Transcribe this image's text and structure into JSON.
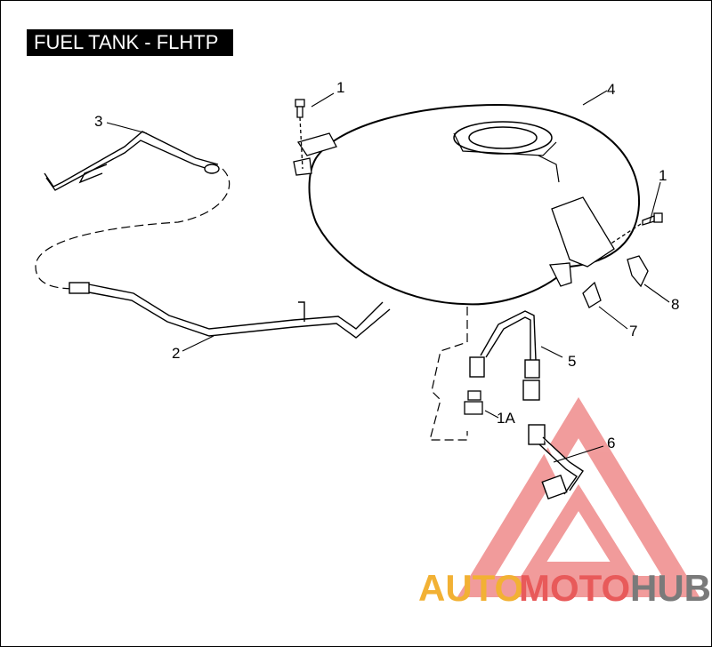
{
  "title": "FUEL TANK - FLHTP",
  "callouts": {
    "c1a": "1",
    "c1b": "1",
    "c1A": "1A",
    "c2": "2",
    "c3": "3",
    "c4": "4",
    "c5": "5",
    "c6": "6",
    "c7": "7",
    "c8": "8"
  },
  "watermark": {
    "part1": "AUTO",
    "part2": "MOTO",
    "part3": "HUB",
    "color_primary": "#f2b134",
    "color_secondary": "#e85a5a",
    "color_tertiary": "#7a7a7a"
  }
}
